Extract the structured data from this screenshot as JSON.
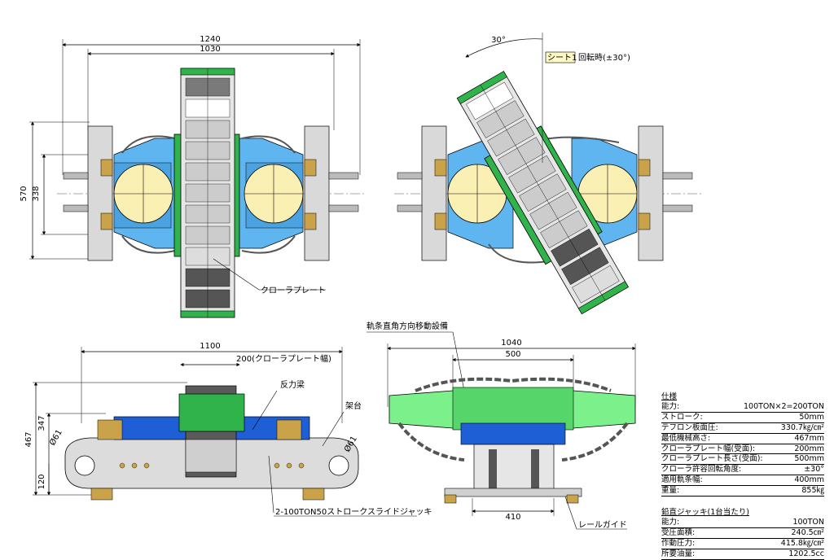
{
  "top_left": {
    "dim_overall": "1240",
    "dim_inner": "1030",
    "dim_height": "570",
    "dim_height_inner": "338",
    "label_plate": "クローラプレート"
  },
  "top_right": {
    "angle": "30°",
    "tag": "シート1",
    "rotation_label": "回転時(±30°)"
  },
  "bottom_left": {
    "dim_width": "1100",
    "dim_plate": "200(クローラプレート幅)",
    "dim_h1": "467",
    "dim_h2": "347",
    "dim_h3": "120",
    "dia_left": "Ø61",
    "dia_right": "Ø61",
    "label_beam": "反力梁",
    "label_frame": "架台",
    "label_jack": "2-100TON50ストロークスライドジャッキ"
  },
  "bottom_right": {
    "label_device": "軌条直角方向移動設備",
    "dim_width": "1040",
    "dim_inner": "500",
    "dim_base": "410",
    "label_rail": "レールガイド"
  },
  "specs": {
    "title": "仕様",
    "rows": [
      {
        "k": "能力:",
        "v": "100TON×2=200TON"
      },
      {
        "k": "ストローク:",
        "v": "50mm"
      },
      {
        "k": "テフロン板面圧:",
        "v": "330.7㎏/㎝²"
      },
      {
        "k": "最低機械高さ:",
        "v": "467mm"
      },
      {
        "k": "クローラプレート幅(受面):",
        "v": "200mm"
      },
      {
        "k": "クローラプレート長さ(受面):",
        "v": "500mm"
      },
      {
        "k": "クローラ許容回転角度:",
        "v": "±30°"
      },
      {
        "k": "適用軌条幅:",
        "v": "400mm"
      },
      {
        "k": "重量:",
        "v": "855㎏"
      }
    ],
    "jack_title": "鉛直ジャッキ(1台当たり)",
    "jack_rows": [
      {
        "k": "能力:",
        "v": "100TON"
      },
      {
        "k": "受圧面積:",
        "v": "240.5㎝²"
      },
      {
        "k": "作動圧力:",
        "v": "415.8㎏/㎝²"
      },
      {
        "k": "所要油量:",
        "v": "1202.5cc"
      }
    ]
  }
}
